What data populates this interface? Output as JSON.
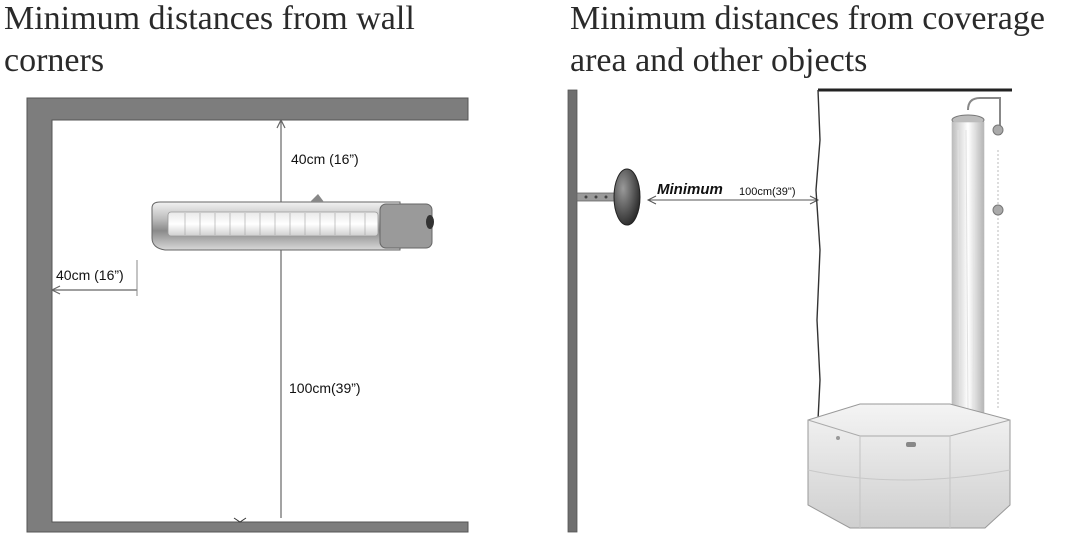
{
  "left_panel": {
    "title": "Minimum distances from wall corners",
    "dim_top": "40cm (16”)",
    "dim_side": "40cm (16”)",
    "dim_bottom": "100cm(39”)"
  },
  "right_panel": {
    "title": "Minimum distances from coverage area and other objects",
    "minimum_label": "Minimum",
    "minimum_value": "100cm(39\")"
  }
}
